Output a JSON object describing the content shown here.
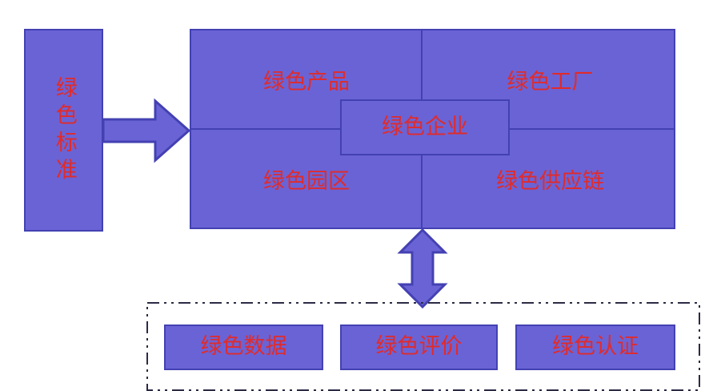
{
  "colors": {
    "box_fill": "#6a63d6",
    "box_border": "#4341b2",
    "label_text": "#e02b2b",
    "dashed_border": "#2b2b44",
    "background": "#ffffff"
  },
  "left_box": {
    "label": "绿色标准"
  },
  "main_grid": {
    "quadrants": [
      {
        "label": "绿色产品"
      },
      {
        "label": "绿色工厂"
      },
      {
        "label": "绿色园区"
      },
      {
        "label": "绿色供应链"
      }
    ],
    "center_box": {
      "label": "绿色企业"
    }
  },
  "bottom_section": {
    "items": [
      {
        "label": "绿色数据"
      },
      {
        "label": "绿色评价"
      },
      {
        "label": "绿色认证"
      }
    ]
  }
}
